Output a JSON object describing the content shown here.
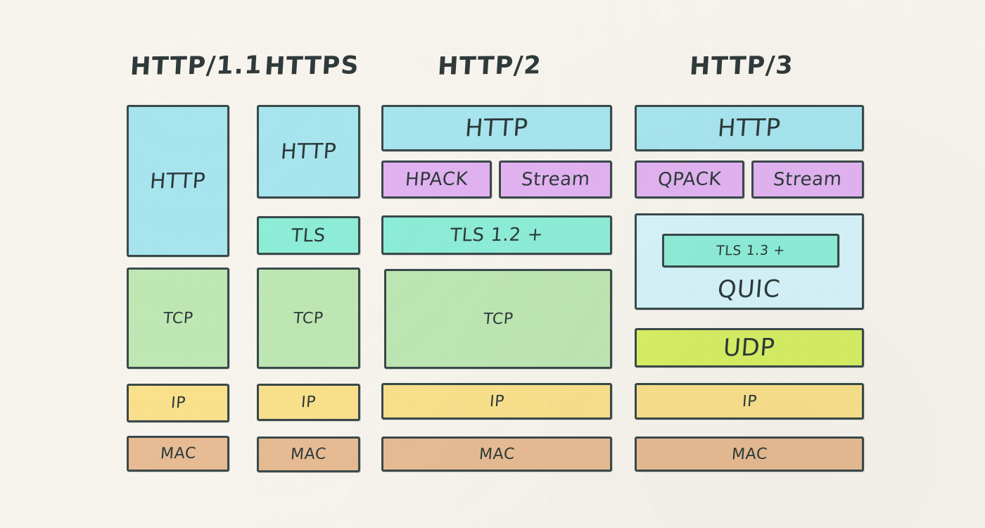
{
  "diagram": {
    "title_row": [
      "HTTP/1.1",
      "HTTPS",
      "HTTP/2",
      "HTTP/3"
    ],
    "background_color": "#f8f5ef",
    "stroke_color": "#3a4a4a",
    "palette": {
      "http_blue": "#a8e6ef",
      "crypto_purple": "#e3b3f2",
      "tls_teal": "#8eeed8",
      "tcp_green": "#bfe8b4",
      "quic_lightblue": "#d7f4fb",
      "udp_lime": "#d8f064",
      "ip_yellow": "#fae18c",
      "mac_tan": "#e8bc94"
    },
    "columns": [
      {
        "name": "http11",
        "header": "HTTP/1.1",
        "layers": [
          {
            "label": "HTTP",
            "color": "#a8e6ef"
          },
          {
            "label": "TCP",
            "color": "#bfe8b4"
          },
          {
            "label": "IP",
            "color": "#fae18c"
          },
          {
            "label": "MAC",
            "color": "#e8bc94"
          }
        ]
      },
      {
        "name": "https",
        "header": "HTTPS",
        "layers": [
          {
            "label": "HTTP",
            "color": "#a8e6ef"
          },
          {
            "label": "TLS",
            "color": "#8eeed8"
          },
          {
            "label": "TCP",
            "color": "#bfe8b4"
          },
          {
            "label": "IP",
            "color": "#fae18c"
          },
          {
            "label": "MAC",
            "color": "#e8bc94"
          }
        ]
      },
      {
        "name": "http2",
        "header": "HTTP/2",
        "layers": [
          {
            "label": "HTTP",
            "color": "#a8e6ef"
          },
          {
            "label": "HPACK",
            "color": "#e3b3f2"
          },
          {
            "label": "Stream",
            "color": "#e3b3f2"
          },
          {
            "label": "TLS 1.2 +",
            "color": "#8eeed8"
          },
          {
            "label": "TCP",
            "color": "#bfe8b4"
          },
          {
            "label": "IP",
            "color": "#fae18c"
          },
          {
            "label": "MAC",
            "color": "#e8bc94"
          }
        ]
      },
      {
        "name": "http3",
        "header": "HTTP/3",
        "layers": [
          {
            "label": "HTTP",
            "color": "#a8e6ef"
          },
          {
            "label": "QPACK",
            "color": "#e3b3f2"
          },
          {
            "label": "Stream",
            "color": "#e3b3f2"
          },
          {
            "label": "QUIC",
            "color": "#d7f4fb"
          },
          {
            "label": "TLS 1.3 +",
            "color": "#8eeed8"
          },
          {
            "label": "UDP",
            "color": "#d8f064"
          },
          {
            "label": "IP",
            "color": "#fae18c"
          },
          {
            "label": "MAC",
            "color": "#e8bc94"
          }
        ]
      }
    ],
    "labels": {
      "c1_http": "HTTP",
      "c1_tcp": "TCP",
      "c1_ip": "IP",
      "c1_mac": "MAC",
      "c2_http": "HTTP",
      "c2_tls": "TLS",
      "c2_tcp": "TCP",
      "c2_ip": "IP",
      "c2_mac": "MAC",
      "c3_http": "HTTP",
      "c3_hpack": "HPACK",
      "c3_stream": "Stream",
      "c3_tls": "TLS 1.2 +",
      "c3_tcp": "TCP",
      "c3_ip": "IP",
      "c3_mac": "MAC",
      "c4_http": "HTTP",
      "c4_qpack": "QPACK",
      "c4_stream": "Stream",
      "c4_tls": "TLS 1.3 +",
      "c4_quic": "QUIC",
      "c4_udp": "UDP",
      "c4_ip": "IP",
      "c4_mac": "MAC"
    }
  }
}
